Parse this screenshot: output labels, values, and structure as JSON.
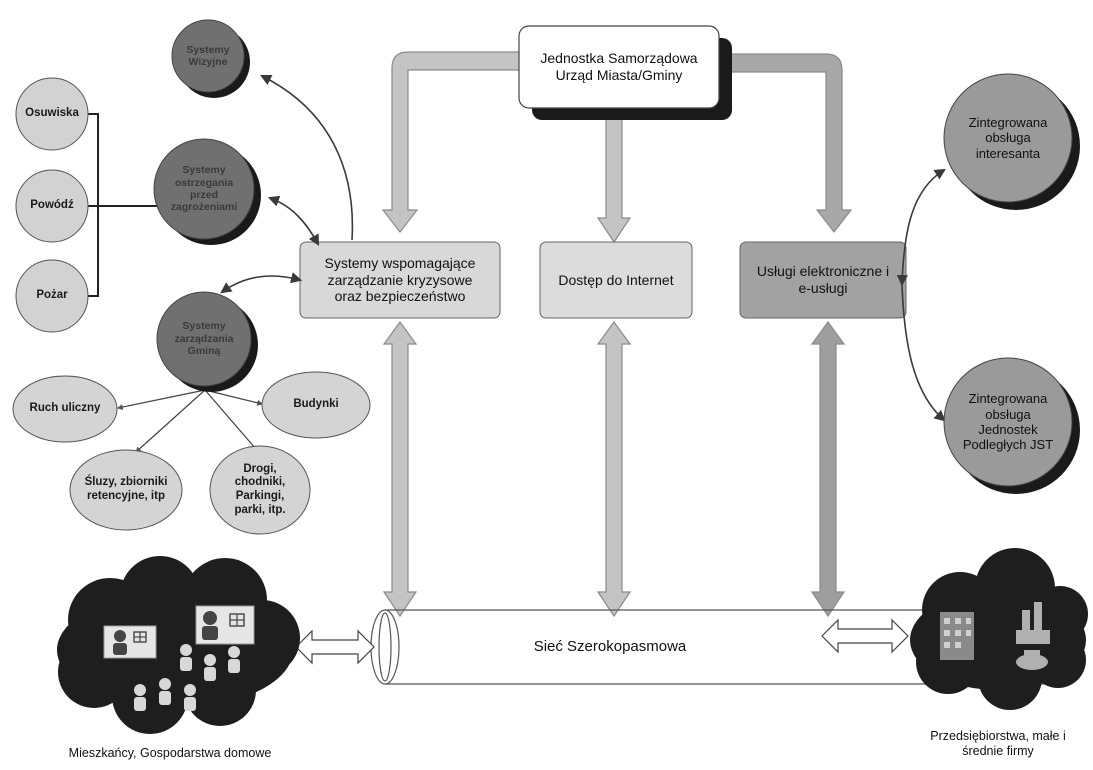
{
  "top_box": {
    "line1": "Jednostka Samorządowa",
    "line2": "Urząd Miasta/Gminy"
  },
  "boxes": {
    "crisis": {
      "line1": "Systemy wspomagające",
      "line2": "zarządzanie kryzysowe",
      "line3": "oraz bezpieczeństwo"
    },
    "internet": "Dostęp do Internet",
    "services": {
      "line1": "Usługi elektroniczne i",
      "line2": "e-usługi"
    }
  },
  "dark_nodes": {
    "vision": {
      "line1": "Systemy",
      "line2": "Wizyjne"
    },
    "warning": {
      "line1": "Systemy",
      "line2": "ostrzegania",
      "line3": "przed",
      "line4": "zagrożeniami"
    },
    "management": {
      "line1": "Systemy",
      "line2": "zarządzania",
      "line3": "Gminą"
    }
  },
  "hazards": {
    "landslide": "Osuwiska",
    "flood": "Powódź",
    "fire": "Pożar"
  },
  "assets": {
    "traffic": "Ruch uliczny",
    "buildings": "Budynki",
    "sluices": {
      "line1": "Śluzy, zbiorniki",
      "line2": "retencyjne, itp"
    },
    "roads": {
      "line1": "Drogi,",
      "line2": "chodniki,",
      "line3": "Parkingi,",
      "line4": "parki, itp."
    }
  },
  "right_nodes": {
    "customer": {
      "line1": "Zintegrowana",
      "line2": "obsługa",
      "line3": "interesanta"
    },
    "units": {
      "line1": "Zintegrowana",
      "line2": "obsługa",
      "line3": "Jednostek",
      "line4": "Podległych JST"
    }
  },
  "network": "Sieć Szerokopasmowa",
  "captions": {
    "residents": "Mieszkańcy, Gospodarstwa domowe",
    "business": {
      "line1": "Przedsiębiorstwa, małe i",
      "line2": "średnie firmy"
    }
  },
  "colors": {
    "arrow_fill": "#c4c4c4",
    "arrow_stroke": "#8a8a8a",
    "dark_node": "#707070",
    "light_node": "#d2d2d2",
    "right_node": "#9a9a9a",
    "box_light": "#dcdcdc",
    "box_services": "#a2a2a2",
    "cloud": "#1e1e1e"
  }
}
